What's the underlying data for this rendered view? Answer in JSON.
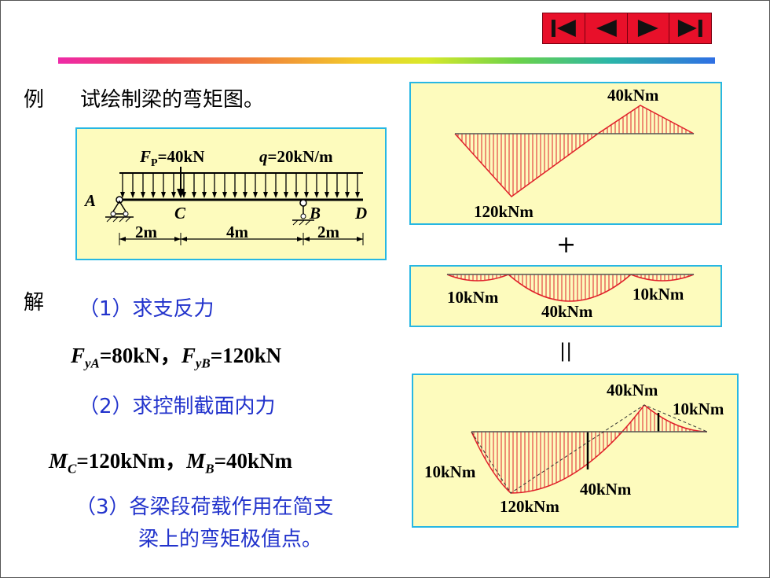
{
  "nav": {
    "buttons": [
      {
        "name": "first-page",
        "icon": "first-page-icon"
      },
      {
        "name": "previous-page",
        "icon": "previous-page-icon"
      },
      {
        "name": "next-page",
        "icon": "next-page-icon"
      },
      {
        "name": "last-page",
        "icon": "last-page-icon"
      }
    ],
    "color": "#e8102a"
  },
  "colors": {
    "accent_blue": "#2233cc",
    "panel_bg": "#fdfbbd",
    "panel_border": "#27b7e3",
    "hatch": "#e0202a"
  },
  "left": {
    "example_label": "例",
    "example_text": "试绘制梁的弯矩图。",
    "solution_label": "解",
    "step1": "（1）求支反力",
    "reactions": {
      "fya_sym": "F",
      "fya_sub": "yA",
      "fya_val": "=80kN，",
      "fyb_sym": "F",
      "fyb_sub": "yB",
      "fyb_val": "=120kN"
    },
    "step2": "（2）求控制截面内力",
    "moments": {
      "mc_sym": "M",
      "mc_sub": "C",
      "mc_val": "=120kNm，",
      "mb_sym": "M",
      "mb_sub": "B",
      "mb_val": "=40kNm"
    },
    "step3_line1": "（3）各梁段荷载作用在简支",
    "step3_line2": "梁上的弯矩极值点。"
  },
  "beam": {
    "fp_sym": "F",
    "fp_sub": "P",
    "fp_val": "=40kN",
    "q_sym": "q",
    "q_val": "=20kN/m",
    "points": [
      "A",
      "C",
      "B",
      "D"
    ],
    "spans": [
      "2m",
      "4m",
      "2m"
    ]
  },
  "diagram1": {
    "top_label": "40kNm",
    "bottom_label": "120kNm"
  },
  "plus_sign": "+",
  "diagram2": {
    "left_label": "10kNm",
    "middle_label": "40kNm",
    "right_label": "10kNm"
  },
  "equals_sign": "||",
  "diagram3": {
    "top_label": "40kNm",
    "top_right_label": "10kNm",
    "left_label": "10kNm",
    "mid_label": "40kNm",
    "bottom_label": "120kNm"
  }
}
